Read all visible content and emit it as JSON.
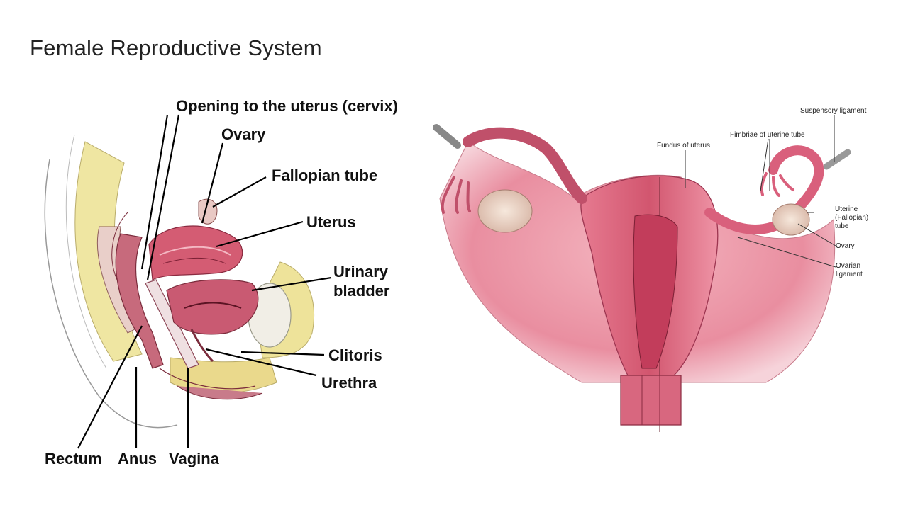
{
  "title": "Female Reproductive System",
  "sagittal_labels": {
    "cervix": "Opening to the uterus (cervix)",
    "ovary": "Ovary",
    "fallopian_tube": "Fallopian tube",
    "uterus": "Uterus",
    "urinary_bladder": "Urinary bladder",
    "clitoris": "Clitoris",
    "urethra": "Urethra",
    "rectum": "Rectum",
    "anus": "Anus",
    "vagina": "Vagina"
  },
  "frontal_labels": {
    "suspensory_ligament": "Suspensory ligament",
    "fimbriae": "Fimbriae of uterine tube",
    "fundus": "Fundus of uterus",
    "uterine_tube": "Uterine (Fallopian) tube",
    "ovary": "Ovary",
    "ovarian_ligament": "Ovarian ligament"
  },
  "colors": {
    "tissue_pink": "#e8899a",
    "tissue_dark": "#b84a5e",
    "fat_yellow": "#eadf93",
    "muscle_red": "#c9485f",
    "ovary_cream": "#ead7c8"
  }
}
